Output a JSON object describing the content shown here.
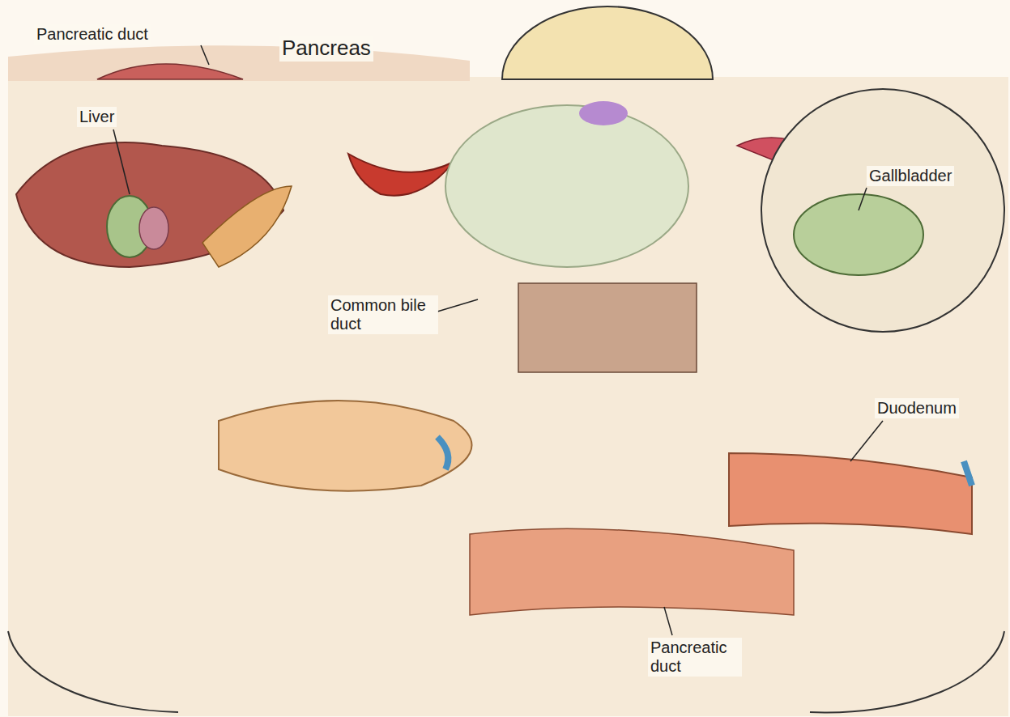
{
  "diagram": {
    "labels": [
      "Pancreatic duct",
      "Pancreas",
      "Liver",
      "Gallbladder",
      "Common bile duct",
      "Duodenum",
      "Pancreatic duct"
    ]
  }
}
